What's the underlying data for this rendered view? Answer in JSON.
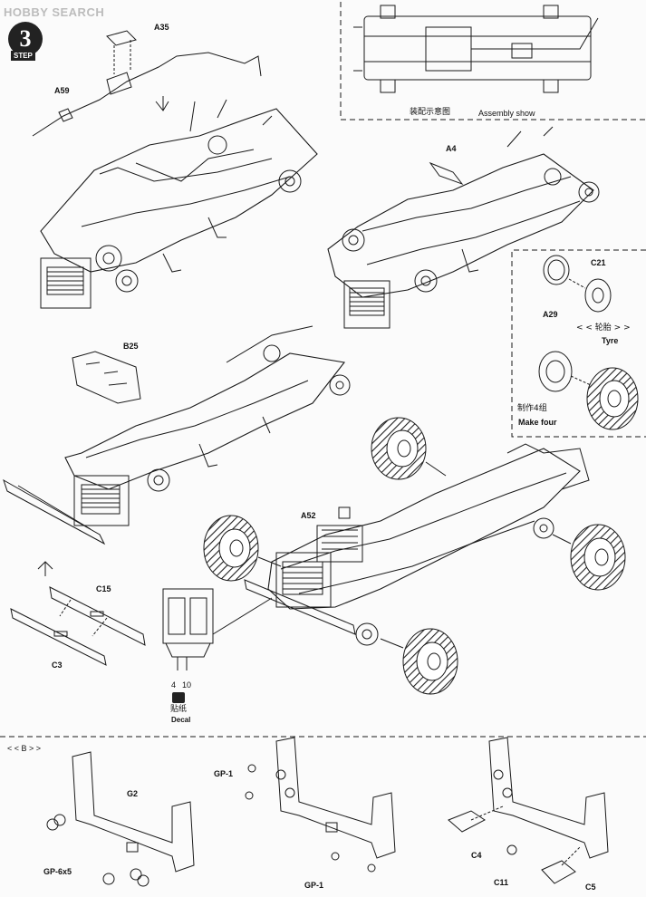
{
  "watermark": "HOBBY SEARCH",
  "step": {
    "number": "3",
    "word": "STEP"
  },
  "assembly_show": {
    "cn": "装配示意图",
    "en": "Assembly show"
  },
  "tyre_box": {
    "title": "< < 轮胎 > >",
    "en": "Tyre",
    "make_cn": "制作4组",
    "make_en": "Make four"
  },
  "decal": {
    "numbers": [
      "4",
      "10"
    ],
    "cn": "贴纸",
    "en": "Decal"
  },
  "section_b": "< < B > >",
  "part_labels": {
    "a35": "A35",
    "a59": "A59",
    "a4": "A4",
    "c21": "C21",
    "a29": "A29",
    "b25": "B25",
    "a52": "A52",
    "c15": "C15",
    "c3": "C3",
    "g2": "G2",
    "gp6x5": "GP-6x5",
    "gp1_top": "GP-1",
    "gp1_bottom": "GP-1",
    "c4": "C4",
    "c11": "C11",
    "c5": "C5"
  }
}
